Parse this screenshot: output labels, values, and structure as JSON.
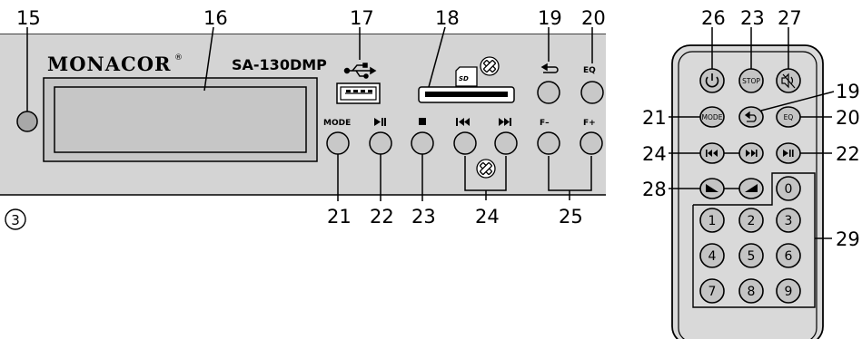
{
  "figure_number": "3",
  "panel": {
    "brand": "MONACOR",
    "registered": "®",
    "model": "SA-130DMP",
    "button_labels": {
      "mode": "MODE",
      "f_minus": "F–",
      "f_plus": "F+",
      "eq": "EQ"
    }
  },
  "remote": {
    "labels": {
      "stop": "STOP",
      "mode": "MODE",
      "eq": "EQ"
    },
    "digits": [
      "0",
      "1",
      "2",
      "3",
      "4",
      "5",
      "6",
      "7",
      "8",
      "9"
    ]
  },
  "callouts": {
    "c15": "15",
    "c16": "16",
    "c17": "17",
    "c18": "18",
    "c19": "19",
    "c20": "20",
    "c21": "21",
    "c22": "22",
    "c23": "23",
    "c24": "24",
    "c25": "25",
    "r26": "26",
    "r23": "23",
    "r27": "27",
    "r19": "19",
    "r21": "21",
    "r20": "20",
    "r24": "24",
    "r22": "22",
    "r28": "28",
    "r29": "29"
  },
  "colors": {
    "panel": "#d4d4d4",
    "display": "#c6c6c6",
    "button": "#c8c8c8",
    "remote_body": "#d9d9d9",
    "line": "#000000"
  }
}
